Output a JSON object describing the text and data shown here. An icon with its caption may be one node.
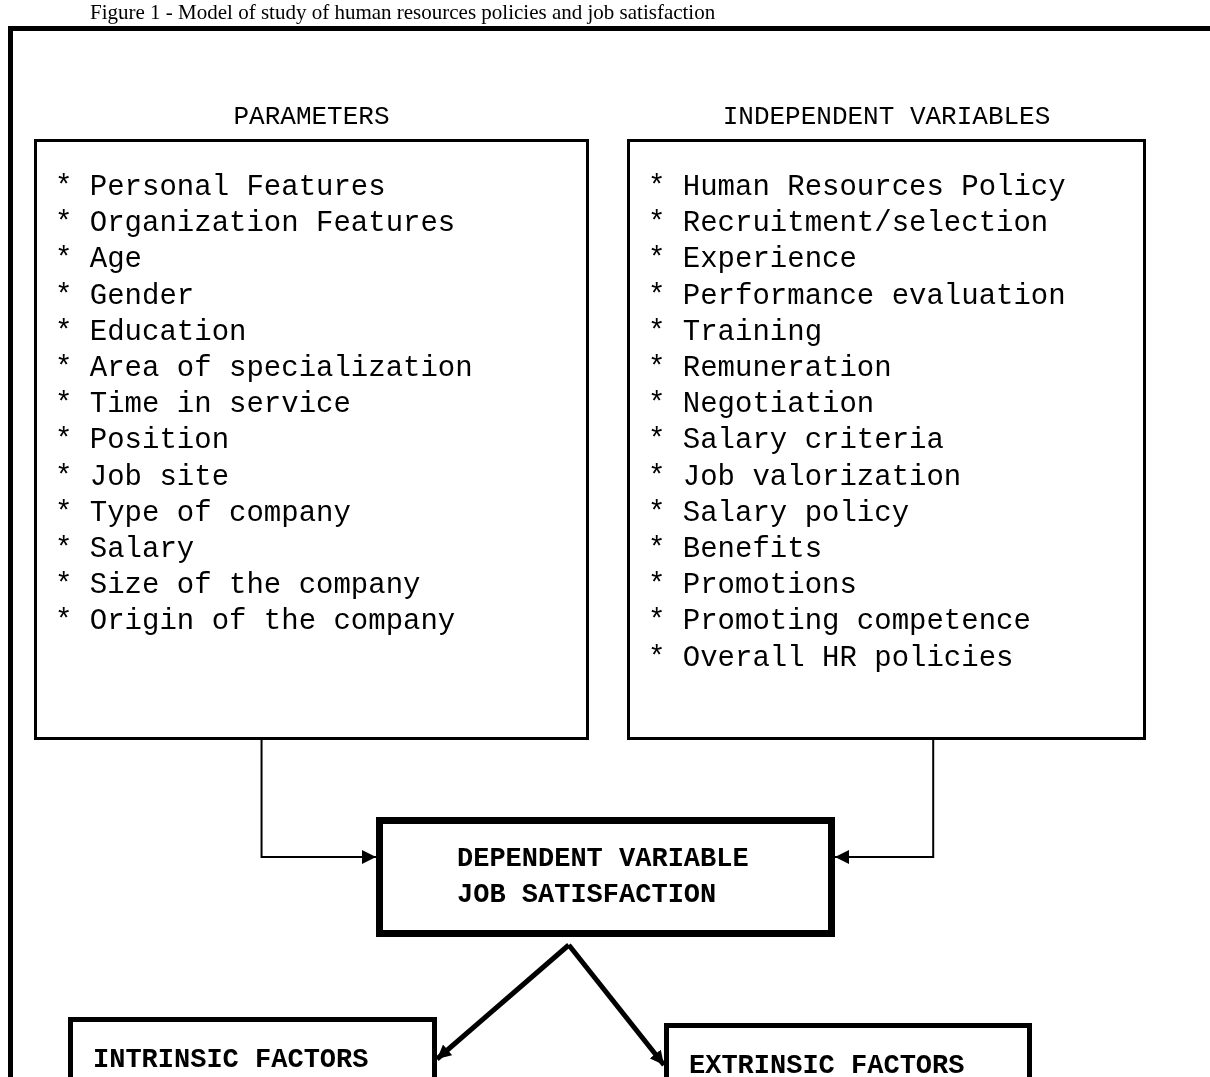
{
  "diagram": {
    "title": "Figure 1 - Model of study of human resources policies and job satisfaction",
    "nodes": [
      {
        "text": [
          "PARAMETERS",
          "* Personal Features",
          "* Organization Features",
          "* Age",
          "* Gender",
          "* Education",
          "* Area of specialization",
          "* Time in service",
          "* Position",
          "* Job site",
          "* Type of company",
          "* Salary",
          "* Size of the company",
          "* Origin of the company"
        ]
      },
      {
        "text": [
          "INDEPENDENT VARIABLES",
          "* Human Resources Policy",
          "* Recruitment/selection",
          "* Experience",
          "* Performance evaluation",
          "* Training",
          "* Remuneration",
          "* Negotiation",
          "* Salary criteria",
          "* Job valorization",
          "* Salary policy",
          "* Benefits",
          "* Promotions",
          "* Promoting competence",
          "* Overall HR policies"
        ]
      },
      {
        "text": [
          "DEPENDENT VARIABLE",
          "JOB SATISFACTION"
        ]
      },
      {
        "text": [
          "INTRINSIC FACTORS"
        ]
      },
      {
        "text": [
          "EXTRINSIC FACTORS"
        ]
      }
    ],
    "edges": [
      {
        "from": 0,
        "to": 2,
        "arrow": "to"
      },
      {
        "from": 1,
        "to": 2,
        "arrow": "to"
      },
      {
        "from": 2,
        "to": 3,
        "arrow": "to",
        "style": "thick"
      },
      {
        "from": 2,
        "to": 4,
        "arrow": "to",
        "style": "thick"
      }
    ]
  }
}
